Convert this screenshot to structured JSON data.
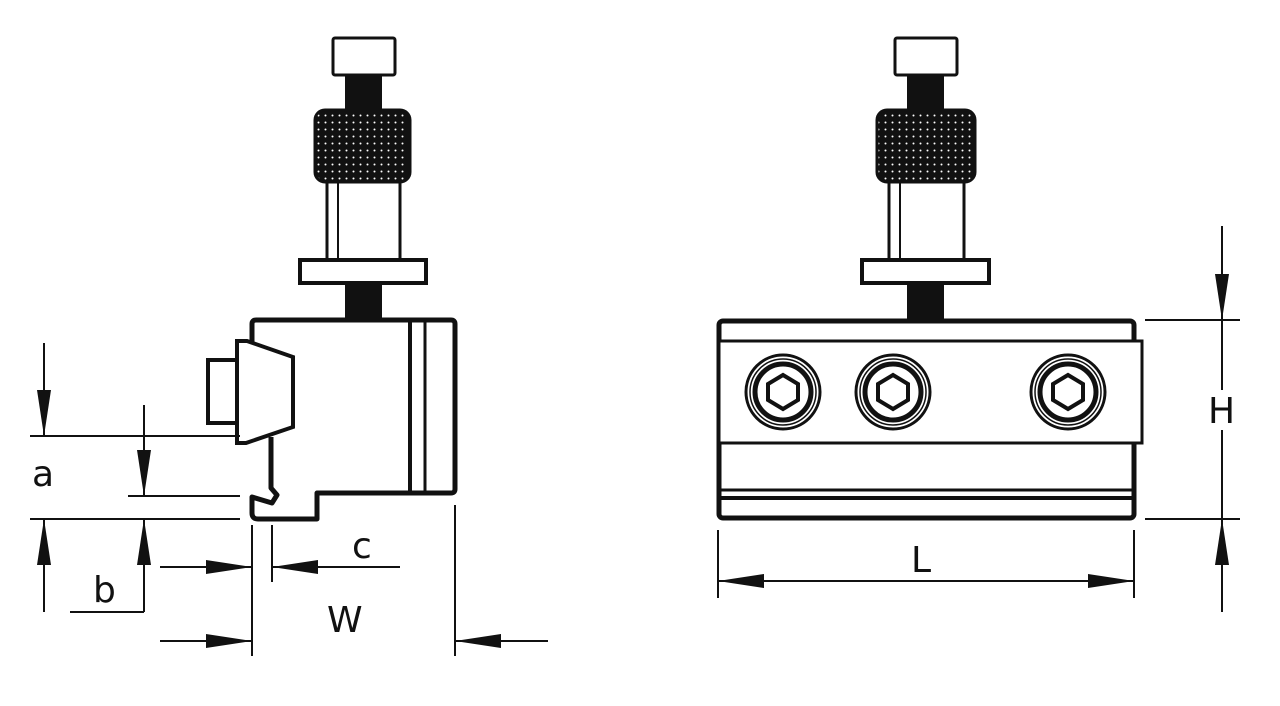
{
  "labels": {
    "a": "a",
    "b": "b",
    "c": "c",
    "W": "W",
    "L": "L",
    "H": "H"
  },
  "colors": {
    "line": "#111111",
    "background": "#ffffff"
  }
}
